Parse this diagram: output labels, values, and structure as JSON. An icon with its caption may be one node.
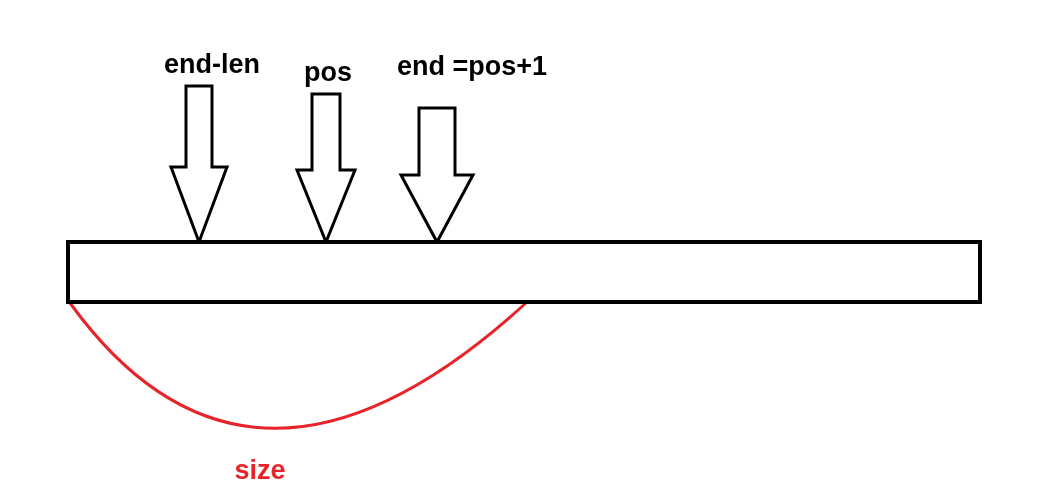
{
  "diagram": {
    "nodes": [
      {
        "text": [],
        "shape": "box"
      },
      {
        "text": [
          "end-len"
        ]
      },
      {
        "text": [
          "pos"
        ]
      },
      {
        "text": [
          "end =pos+1"
        ]
      }
    ],
    "edges": [
      {
        "from": 1,
        "to": 0,
        "arrow": "to"
      },
      {
        "from": 2,
        "to": 0,
        "arrow": "to"
      },
      {
        "from": 3,
        "to": 0,
        "arrow": "to"
      }
    ],
    "labels": [
      "size"
    ]
  }
}
